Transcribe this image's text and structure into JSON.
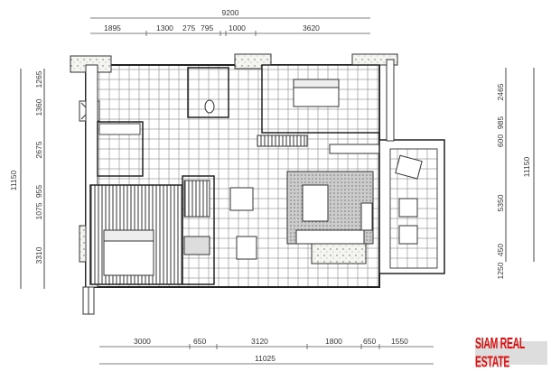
{
  "top_dimensions": {
    "total": "9200",
    "segments": [
      "1895",
      "1300",
      "275",
      "795",
      "1000",
      "3620"
    ]
  },
  "left_dimensions": {
    "total": "11150",
    "segments": [
      "1265",
      "1360",
      "2675",
      "955",
      "1075",
      "3310"
    ]
  },
  "right_dimensions": {
    "total": "11150",
    "segments": [
      "2465",
      "985",
      "600",
      "5350",
      "450",
      "1250"
    ]
  },
  "bottom_dimensions": {
    "total": "11025",
    "segments": [
      "3000",
      "650",
      "3120",
      "1800",
      "650",
      "1550"
    ]
  },
  "logo": {
    "text": "SIAM REAL ESTATE",
    "color": "#d11a1a"
  }
}
